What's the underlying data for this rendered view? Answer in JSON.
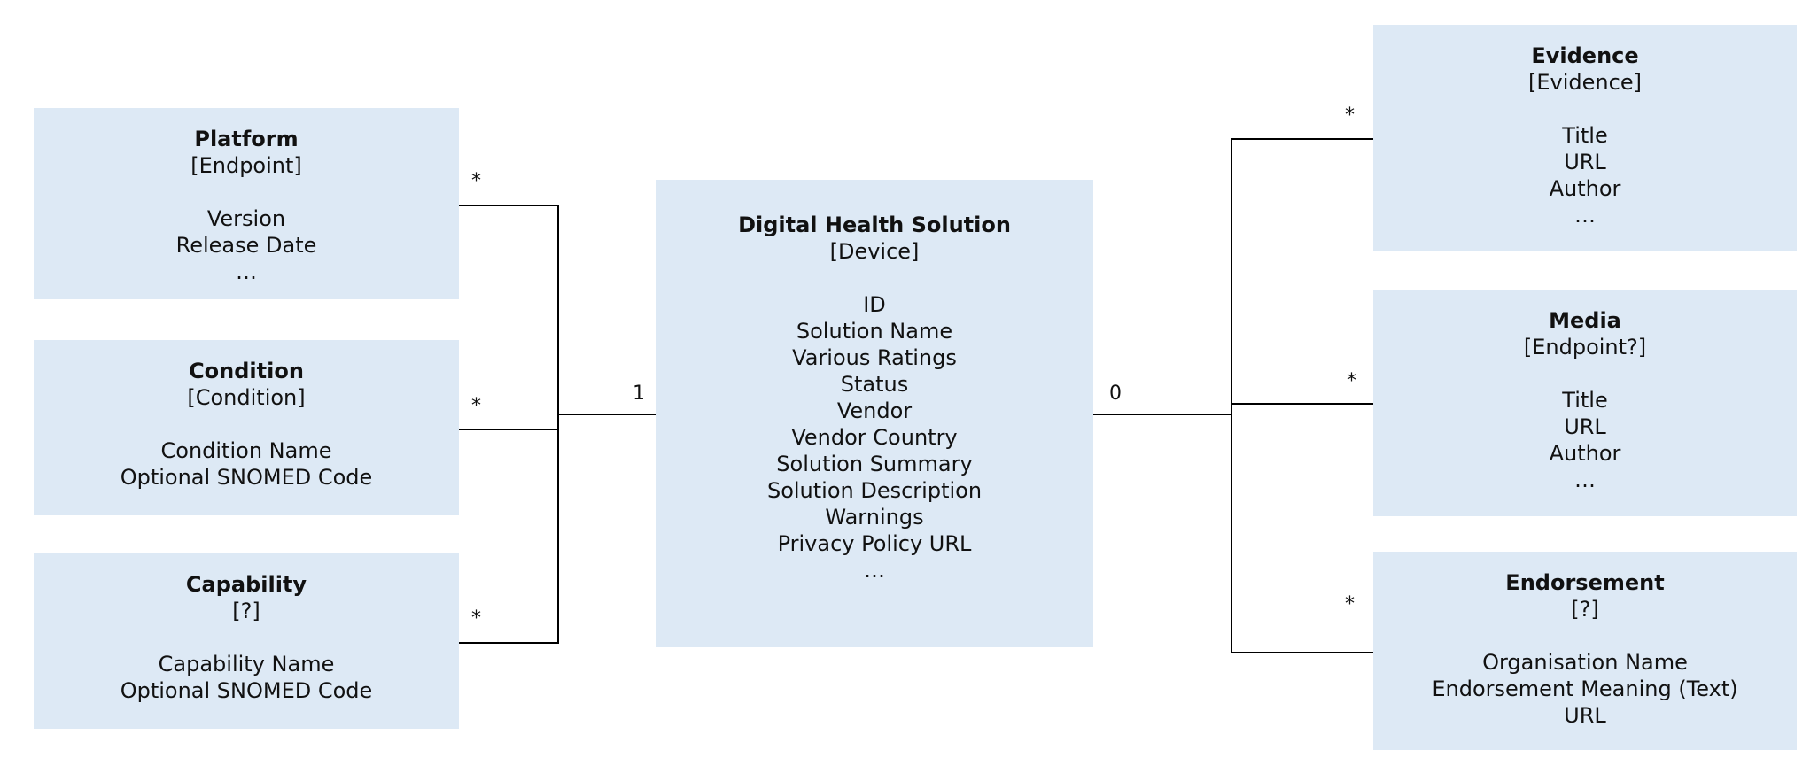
{
  "entities": {
    "platform": {
      "title": "Platform",
      "type": "[Endpoint]",
      "attributes": [
        "Version",
        "Release Date",
        "…"
      ]
    },
    "condition": {
      "title": "Condition",
      "type": "[Condition]",
      "attributes": [
        "Condition Name",
        "Optional SNOMED Code"
      ]
    },
    "capability": {
      "title": "Capability",
      "type": "[?]",
      "attributes": [
        "Capability Name",
        "Optional SNOMED Code"
      ]
    },
    "solution": {
      "title": "Digital Health Solution",
      "type": "[Device]",
      "attributes": [
        "ID",
        "Solution Name",
        "Various Ratings",
        "Status",
        "Vendor",
        "Vendor Country",
        "Solution Summary",
        "Solution Description",
        "Warnings",
        "Privacy Policy URL",
        "…"
      ]
    },
    "evidence": {
      "title": "Evidence",
      "type": "[Evidence]",
      "attributes": [
        "Title",
        "URL",
        "Author",
        "…"
      ]
    },
    "media": {
      "title": "Media",
      "type": "[Endpoint?]",
      "attributes": [
        "Title",
        "URL",
        "Author",
        "…"
      ]
    },
    "endorsement": {
      "title": "Endorsement",
      "type": "[?]",
      "attributes": [
        "Organisation Name",
        "Endorsement Meaning (Text)",
        "URL"
      ]
    }
  },
  "multiplicities": {
    "platform": "*",
    "condition": "*",
    "capability": "*",
    "solution_left": "1",
    "solution_right": "0",
    "evidence": "*",
    "media": "*",
    "endorsement": "*"
  },
  "colors": {
    "box_fill": "#dde9f5",
    "line": "#000000",
    "text": "#111111"
  }
}
